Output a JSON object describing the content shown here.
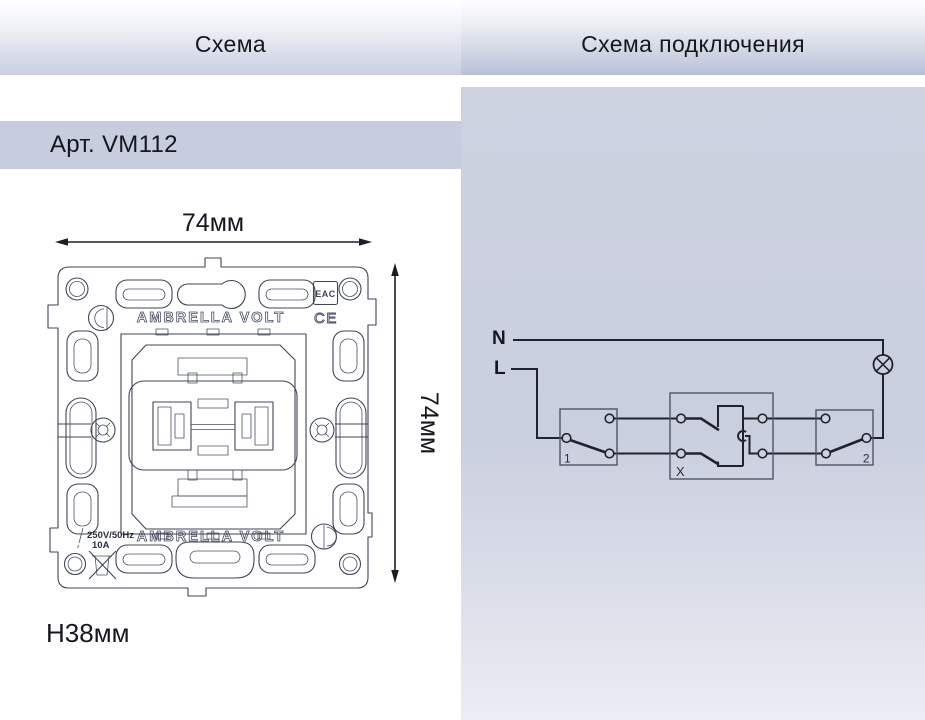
{
  "header": {
    "left": "Схема",
    "right": "Схема подключения"
  },
  "product": {
    "article": "Арт. VM112",
    "width_label": "74мм",
    "height_label": "74мм",
    "depth_label": "H38мм"
  },
  "drawing": {
    "brand_top": "AMBRELLA VOLT",
    "brand_bottom": "AMBRELLA VOLT",
    "rating_voltage": "250V/50Hz",
    "rating_current": "10A",
    "eac_label": "EAC",
    "ce_label": "CE"
  },
  "schematic": {
    "neutral_label": "N",
    "line_label": "L",
    "switch1_label": "1",
    "cross_switch_label": "X",
    "switch2_label": "2"
  },
  "colors": {
    "wire": "#20232c",
    "cad_line": "#3f4557",
    "panel_left_bg": "#d2d6e4",
    "panel_right_bg": "#cacfdf",
    "band_bg": "#c7cddf",
    "header_bottom": "#c0c7da"
  }
}
